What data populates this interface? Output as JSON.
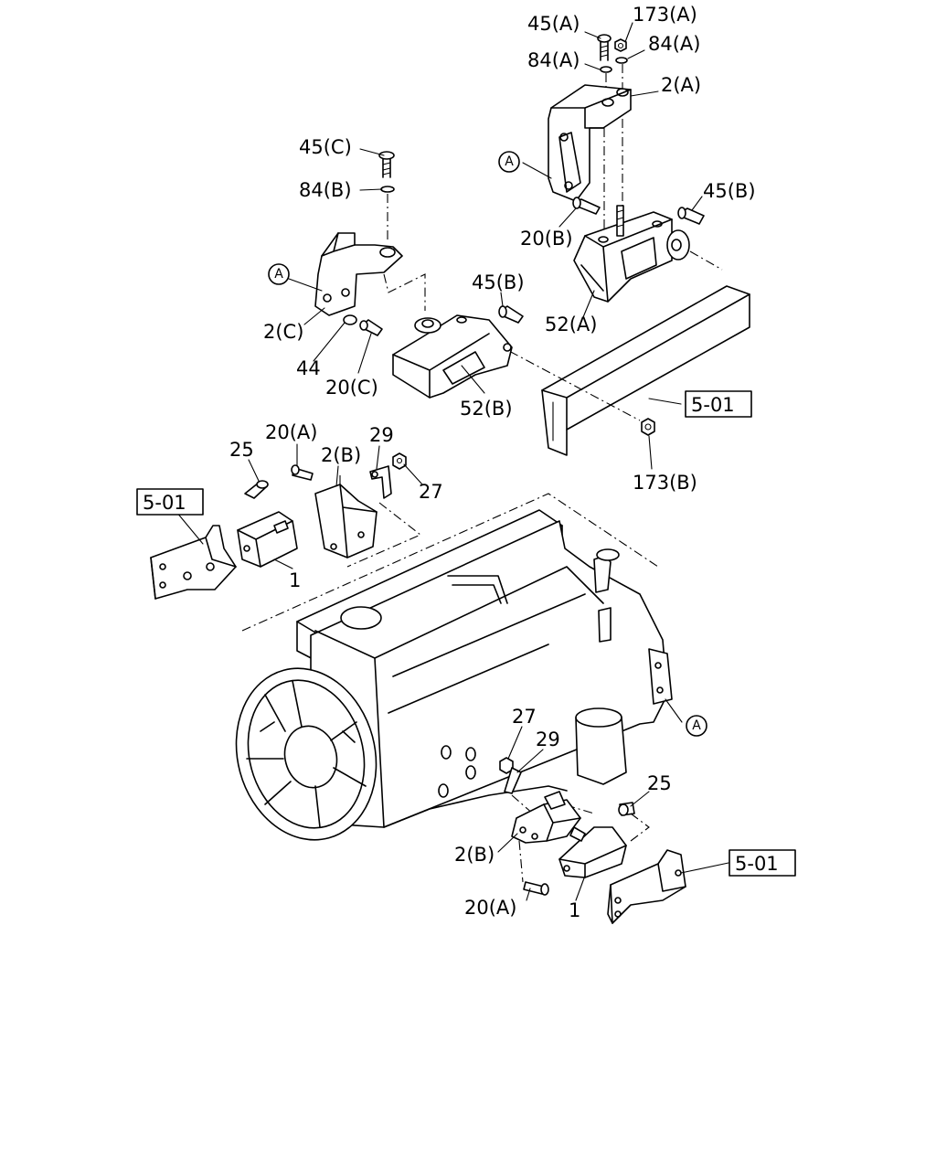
{
  "diagram": {
    "callouts": {
      "c45A": "45(A)",
      "c173A": "173(A)",
      "c84A_left": "84(A)",
      "c84A_right": "84(A)",
      "c2A": "2(A)",
      "cA_top": "A",
      "c20B": "20(B)",
      "c45B_right": "45(B)",
      "c52A": "52(A)",
      "c45C": "45(C)",
      "c84B": "84(B)",
      "cA_left": "A",
      "c2C": "2(C)",
      "c44": "44",
      "c20C": "20(C)",
      "c45B_mid": "45(B)",
      "c52B": "52(B)",
      "c173B": "173(B)",
      "c20A_top": "20(A)",
      "c29_top": "29",
      "c25_top": "25",
      "c2B_top": "2(B)",
      "c27_top": "27",
      "c1_top": "1",
      "cA_engine": "A",
      "c27_bot": "27",
      "c29_bot": "29",
      "c25_bot": "25",
      "c2B_bot": "2(B)",
      "c20A_bot": "20(A)",
      "c1_bot": "1"
    },
    "refs": {
      "ref_frame": "5-01",
      "ref_left": "5-01",
      "ref_right": "5-01"
    }
  }
}
